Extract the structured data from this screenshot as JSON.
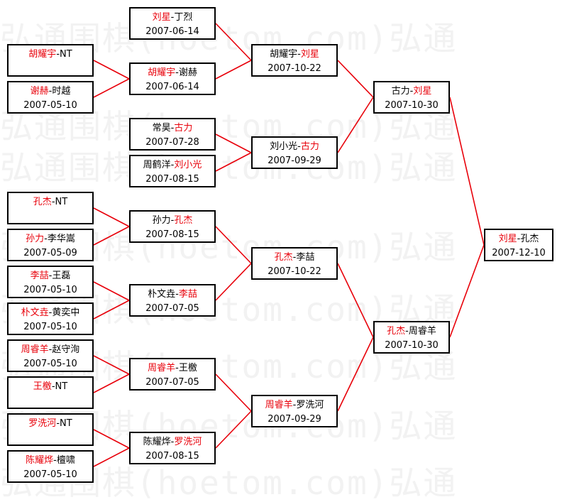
{
  "watermark": "弘通围棋(hoetom.com)弘通",
  "colors": {
    "winner": "#e8000a",
    "normal": "#000000",
    "connector": "#e8000a"
  },
  "matches": [
    {
      "id": "r1a",
      "p1": "胡耀宇",
      "p2": "NT",
      "win": 1,
      "date": ""
    },
    {
      "id": "r1b",
      "p1": "谢赫",
      "p2": "时越",
      "win": 1,
      "date": "2007-05-10"
    },
    {
      "id": "r1c",
      "p1": "孔杰",
      "p2": "NT",
      "win": 1,
      "date": ""
    },
    {
      "id": "r1d",
      "p1": "孙力",
      "p2": "李华嵩",
      "win": 1,
      "date": "2007-05-09"
    },
    {
      "id": "r1e",
      "p1": "李喆",
      "p2": "王磊",
      "win": 1,
      "date": "2007-05-10"
    },
    {
      "id": "r1f",
      "p1": "朴文垚",
      "p2": "黄奕中",
      "win": 1,
      "date": "2007-05-10"
    },
    {
      "id": "r1g",
      "p1": "周睿羊",
      "p2": "赵守洵",
      "win": 1,
      "date": "2007-05-10"
    },
    {
      "id": "r1h",
      "p1": "王檄",
      "p2": "NT",
      "win": 1,
      "date": ""
    },
    {
      "id": "r1i",
      "p1": "罗洗河",
      "p2": "NT",
      "win": 1,
      "date": ""
    },
    {
      "id": "r1j",
      "p1": "陈耀烨",
      "p2": "檀啸",
      "win": 1,
      "date": "2007-05-10"
    },
    {
      "id": "r2a",
      "p1": "刘星",
      "p2": "丁烈",
      "win": 1,
      "date": "2007-06-14"
    },
    {
      "id": "r2b",
      "p1": "胡耀宇",
      "p2": "谢赫",
      "win": 1,
      "date": "2007-06-14"
    },
    {
      "id": "r2c",
      "p1": "常昊",
      "p2": "古力",
      "win": 2,
      "date": "2007-07-28"
    },
    {
      "id": "r2d",
      "p1": "周鹤洋",
      "p2": "刘小光",
      "win": 2,
      "date": "2007-08-15"
    },
    {
      "id": "r2e",
      "p1": "孙力",
      "p2": "孔杰",
      "win": 2,
      "date": "2007-08-15"
    },
    {
      "id": "r2f",
      "p1": "朴文垚",
      "p2": "李喆",
      "win": 2,
      "date": "2007-07-05"
    },
    {
      "id": "r2g",
      "p1": "周睿羊",
      "p2": "王檄",
      "win": 1,
      "date": "2007-07-05"
    },
    {
      "id": "r2h",
      "p1": "陈耀烨",
      "p2": "罗洗河",
      "win": 2,
      "date": "2007-08-15"
    },
    {
      "id": "r3a",
      "p1": "胡耀宇",
      "p2": "刘星",
      "win": 2,
      "date": "2007-10-22"
    },
    {
      "id": "r3b",
      "p1": "刘小光",
      "p2": "古力",
      "win": 2,
      "date": "2007-09-29"
    },
    {
      "id": "r3c",
      "p1": "孔杰",
      "p2": "李喆",
      "win": 1,
      "date": "2007-10-22"
    },
    {
      "id": "r3d",
      "p1": "周睿羊",
      "p2": "罗洗河",
      "win": 1,
      "date": "2007-09-29"
    },
    {
      "id": "r4a",
      "p1": "古力",
      "p2": "刘星",
      "win": 2,
      "date": "2007-10-30"
    },
    {
      "id": "r4b",
      "p1": "孔杰",
      "p2": "周睿羊",
      "win": 1,
      "date": "2007-10-30"
    },
    {
      "id": "final",
      "p1": "刘星",
      "p2": "孔杰",
      "win": 1,
      "date": "2007-12-10"
    }
  ]
}
